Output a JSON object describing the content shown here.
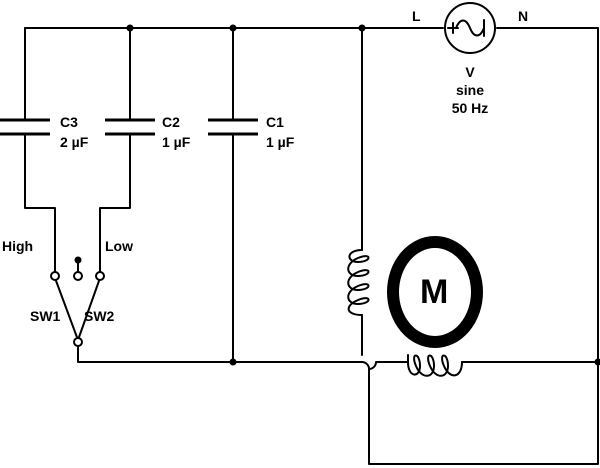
{
  "source": {
    "terminal_left": "L",
    "terminal_right": "N",
    "name": "V",
    "waveform": "sine",
    "frequency": "50 Hz"
  },
  "capacitors": [
    {
      "name": "C3",
      "value": "2 µF"
    },
    {
      "name": "C2",
      "value": "1 µF"
    },
    {
      "name": "C1",
      "value": "1 µF"
    }
  ],
  "switch": {
    "high_label": "High",
    "low_label": "Low",
    "sw1_label": "SW1",
    "sw2_label": "SW2"
  },
  "motor": {
    "letter": "M"
  },
  "colors": {
    "wire": "#000000",
    "background": "#ffffff"
  }
}
